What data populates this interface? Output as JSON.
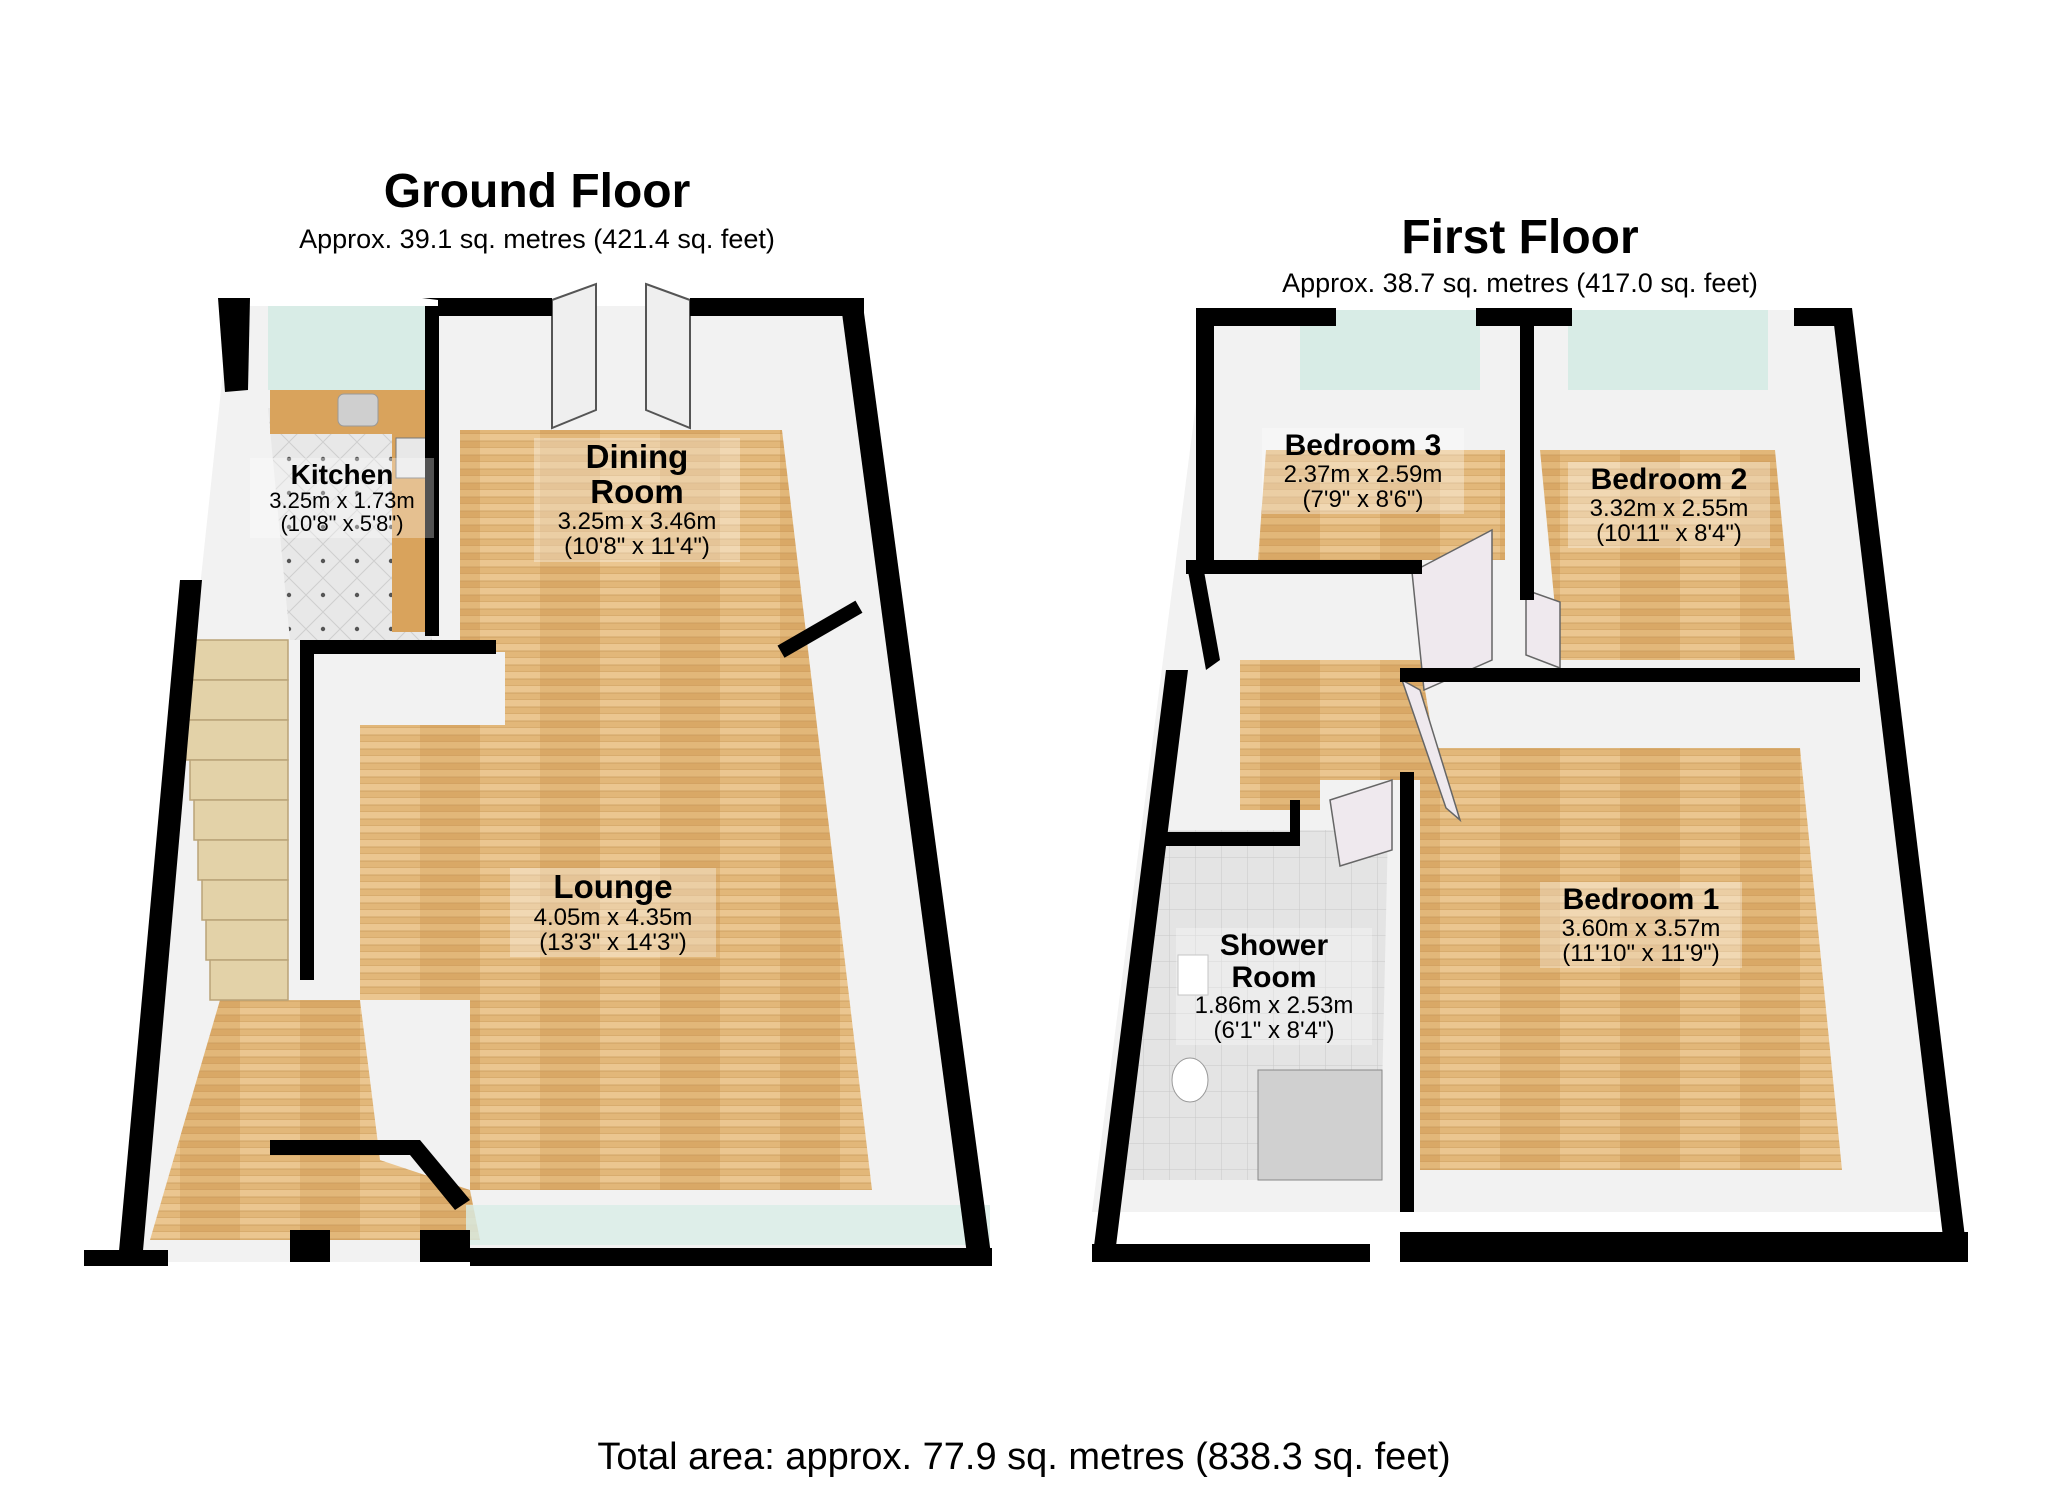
{
  "ground_floor": {
    "title": "Ground Floor",
    "area": "Approx. 39.1 sq. metres (421.4 sq. feet)",
    "rooms": {
      "kitchen": {
        "name": "Kitchen",
        "metric": "3.25m x 1.73m",
        "imperial": "(10'8\" x 5'8\")"
      },
      "dining": {
        "name_line1": "Dining",
        "name_line2": "Room",
        "metric": "3.25m x 3.46m",
        "imperial": "(10'8\" x 11'4\")"
      },
      "lounge": {
        "name": "Lounge",
        "metric": "4.05m x 4.35m",
        "imperial": "(13'3\" x 14'3\")"
      }
    }
  },
  "first_floor": {
    "title": "First Floor",
    "area": "Approx. 38.7 sq. metres (417.0 sq. feet)",
    "rooms": {
      "bedroom3": {
        "name": "Bedroom 3",
        "metric": "2.37m x 2.59m",
        "imperial": "(7'9\" x 8'6\")"
      },
      "bedroom2": {
        "name": "Bedroom 2",
        "metric": "3.32m x 2.55m",
        "imperial": "(10'11\" x 8'4\")"
      },
      "bedroom1": {
        "name": "Bedroom 1",
        "metric": "3.60m x 3.57m",
        "imperial": "(11'10\" x 11'9\")"
      },
      "shower": {
        "name_line1": "Shower",
        "name_line2": "Room",
        "metric": "1.86m x 2.53m",
        "imperial": "(6'1\" x 8'4\")"
      }
    }
  },
  "total_area": "Total area: approx. 77.9 sq. metres (838.3 sq. feet)",
  "colors": {
    "wall": "#000000",
    "floor_wood": "#e0b57a",
    "inner_wall": "#f2f2f2",
    "tile": "#dcdcdc",
    "window_glass": "#d8ece6"
  }
}
